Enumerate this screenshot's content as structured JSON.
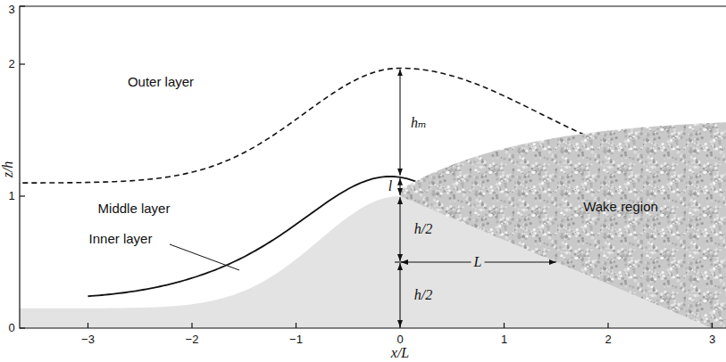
{
  "diagram": {
    "labels": [
      "Outer layer",
      "Middle layer",
      "Inner layer",
      "Wake region",
      "hₘ",
      "l",
      "h/2",
      "h/2",
      "L",
      "z/h",
      "x/L",
      "0",
      "1",
      "2",
      "3",
      "−3",
      "−2",
      "−1",
      "0",
      "1",
      "2",
      "3"
    ]
  }
}
